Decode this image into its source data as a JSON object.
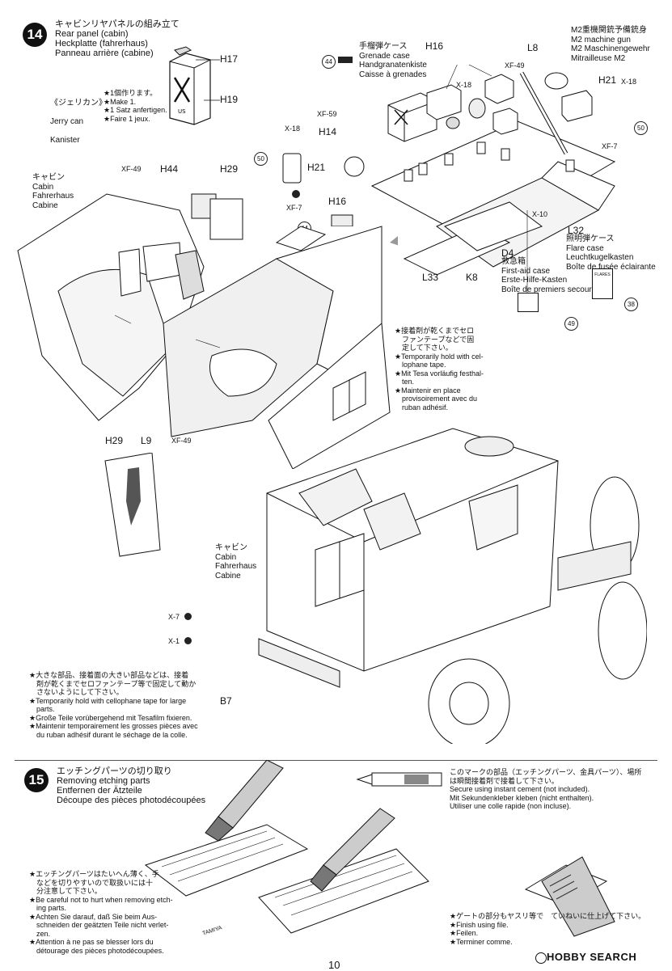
{
  "step14": {
    "number": "14",
    "title_jp": "キャビンリヤパネルの組み立て",
    "title_en": "Rear panel (cabin)",
    "title_de": "Heckplatte (fahrerhaus)",
    "title_fr": "Panneau arrière (cabine)"
  },
  "jerrycan": {
    "title_jp": "《ジェリカン》",
    "name_en": "Jerry can",
    "name_de": "Kanister",
    "note": "★1個作ります。\n★Make 1.\n★1 Satz anfertigen.\n★Faire 1 jeux."
  },
  "parts": {
    "H17": "H17",
    "H19": "H19",
    "H16": "H16",
    "H14": "H14",
    "H21": "H21",
    "H44": "H44",
    "H29": "H29",
    "L8": "L8",
    "L9": "L9",
    "L33": "L33",
    "K8": "K8",
    "D4": "D4",
    "L32": "L32",
    "B7": "B7"
  },
  "paints": {
    "xf49": "XF-49",
    "xf59": "XF-59",
    "xf7": "XF-7",
    "x18": "X-18",
    "x10": "X-10",
    "x7": "X-7",
    "x1": "X-1"
  },
  "refs": {
    "r44": "44",
    "r50": "50",
    "r38": "38",
    "r49": "49"
  },
  "grenade_case": "手榴弾ケース\nGrenade case\nHandgranatenkiste\nCaisse à grenades",
  "m2": "M2重機関銃予備銃身\nM2 machine gun\nM2 Maschinengewehr\nMitrailleuse M2",
  "flare_case": "照明弾ケース\nFlare case\nLeuchtkugelkasten\nBoîte de fusée éclairante",
  "first_aid": "救急箱\nFirst-aid case\nErste-Hilfe-Kasten\nBoîte de premiers secours",
  "flares_label": "FLARES",
  "cabin_label": "キャビン\nCabin\nFahrerhaus\nCabine",
  "tape_note": "★接着剤が乾くまでセロ\n　ファンテープなどで固\n　定して下さい。\n★Temporarily hold with cel-\n　lophane tape.\n★Mit Tesa vorläufig festhal-\n　ten.\n★Maintenir en place\n　provisoirement avec du\n　ruban adhésif.",
  "large_parts_note": "★大きな部品、接着面の大きい部品などは、接着\n　剤が乾くまでセロファンテープ等で固定して動か\n　さないようにして下さい。\n★Temporarily hold with cellophane tape for large\n　parts.\n★Große Teile vorübergehend mit Tesafilm fixieren.\n★Maintenir temporairement les grosses pièces avec\n　du ruban adhésif durant le séchage de la colle.",
  "step15": {
    "number": "15",
    "title_jp": "エッチングパーツの切り取り",
    "title_en": "Removing etching parts",
    "title_de": "Entfernen der Ätzteile",
    "title_fr": "Découpe des pièces photodécoupées"
  },
  "etch_note": "★エッチングパーツはたいへん薄く、手\n　などを切りやすいので取扱いには十\n　分注意して下さい。\n★Be careful not to hurt when removing etch-\n　ing parts.\n★Achten Sie darauf, daß Sie beim Aus-\n　schneiden der geätzten Teile nicht verlet-\n　zen.\n★Attention à ne pas se blesser lors du\n　détourage des pièces photodécoupées.",
  "cement_note": "このマークの部品（エッチングパーツ、金具パーツ）、場所\nは瞬間接着剤で接着して下さい。\nSecure using instant cement (not included).\nMit Sekundenkleber kleben (nicht enthalten).\nUtiliser une colle rapide (non incluse).",
  "file_note": "★ゲートの部分もヤスリ等で　ていねいに仕上げて下さい。\n★Finish using file.\n★Feilen.\n★Terminer comme.",
  "fret_brand": "TAMIYA",
  "watermark": "HOBBY SEARCH",
  "page_number": "10"
}
